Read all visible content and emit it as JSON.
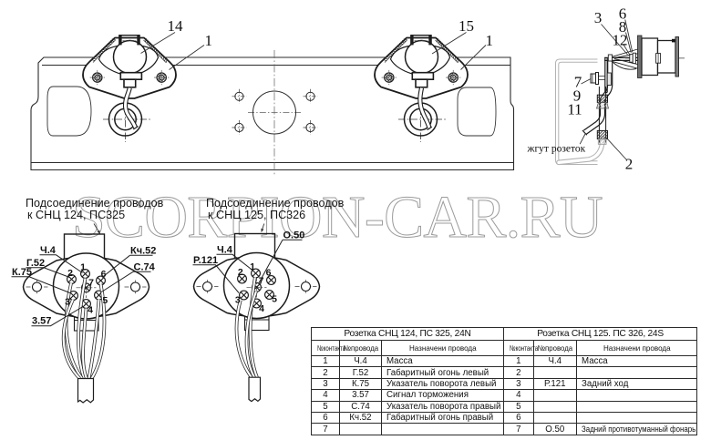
{
  "watermark": {
    "text": "SCORPION-CAR.RU",
    "color": "#9b9b9b"
  },
  "drawing": {
    "top_view": {
      "callout_lid_left": "14",
      "callout_bracket_left": "1",
      "callout_lid_right": "15",
      "callout_bracket_right": "1"
    },
    "side_view": {
      "callout_3": "3",
      "callout_6": "6",
      "callout_8": "8",
      "callout_12": "12",
      "callout_7": "7",
      "callout_9": "9",
      "callout_11": "11",
      "callout_2": "2",
      "harness_label": "жгут розеток"
    }
  },
  "pinouts": {
    "left": {
      "title_line1": "Подсоединение проводов",
      "title_line2": "к СНЦ 124, ПС325",
      "pins": [
        "1",
        "2",
        "3",
        "4",
        "5",
        "6",
        "7"
      ],
      "wires": [
        {
          "pin": "1",
          "wire": "Ч.4"
        },
        {
          "pin": "2",
          "wire": "Г.52"
        },
        {
          "pin": "3",
          "wire": "К.75"
        },
        {
          "pin": "4",
          "wire": "3.57"
        },
        {
          "pin": "5",
          "wire": "С.74"
        },
        {
          "pin": "6",
          "wire": "Кч.52"
        }
      ]
    },
    "right": {
      "title_line1": "Подсоединение проводов",
      "title_line2": "к СНЦ 125, ПС326",
      "pins": [
        "1",
        "2",
        "3",
        "4",
        "5",
        "6",
        "7"
      ],
      "wires": [
        {
          "pin": "1",
          "wire": "Ч.4"
        },
        {
          "pin": "3",
          "wire": "Р.121"
        },
        {
          "pin": "7",
          "wire": "О.50"
        }
      ]
    }
  },
  "table": {
    "left": {
      "title": "Розетка СНЦ 124, ПС 325, 24N",
      "headers": [
        "№контакта",
        "№провода",
        "Назначени провода"
      ],
      "rows": [
        [
          "1",
          "Ч.4",
          "Масса"
        ],
        [
          "2",
          "Г.52",
          "Габаритный огонь левый"
        ],
        [
          "3",
          "К.75",
          "Указатель поворота левый"
        ],
        [
          "4",
          "3.57",
          "Сигнал торможения"
        ],
        [
          "5",
          "С.74",
          "Указатель поворота правый"
        ],
        [
          "6",
          "Кч.52",
          "Габаритный огонь правый"
        ],
        [
          "7",
          "",
          ""
        ]
      ]
    },
    "right": {
      "title": "Розетка СНЦ 125. ПС 326, 24S",
      "headers": [
        "№контакта",
        "№провода",
        "Назначени провода"
      ],
      "rows": [
        [
          "1",
          "Ч.4",
          "Масса"
        ],
        [
          "2",
          "",
          ""
        ],
        [
          "3",
          "Р.121",
          "Задний ход"
        ],
        [
          "4",
          "",
          ""
        ],
        [
          "5",
          "",
          ""
        ],
        [
          "6",
          "",
          ""
        ],
        [
          "7",
          "О.50",
          "Задний противотуманный фонарь"
        ]
      ]
    }
  }
}
